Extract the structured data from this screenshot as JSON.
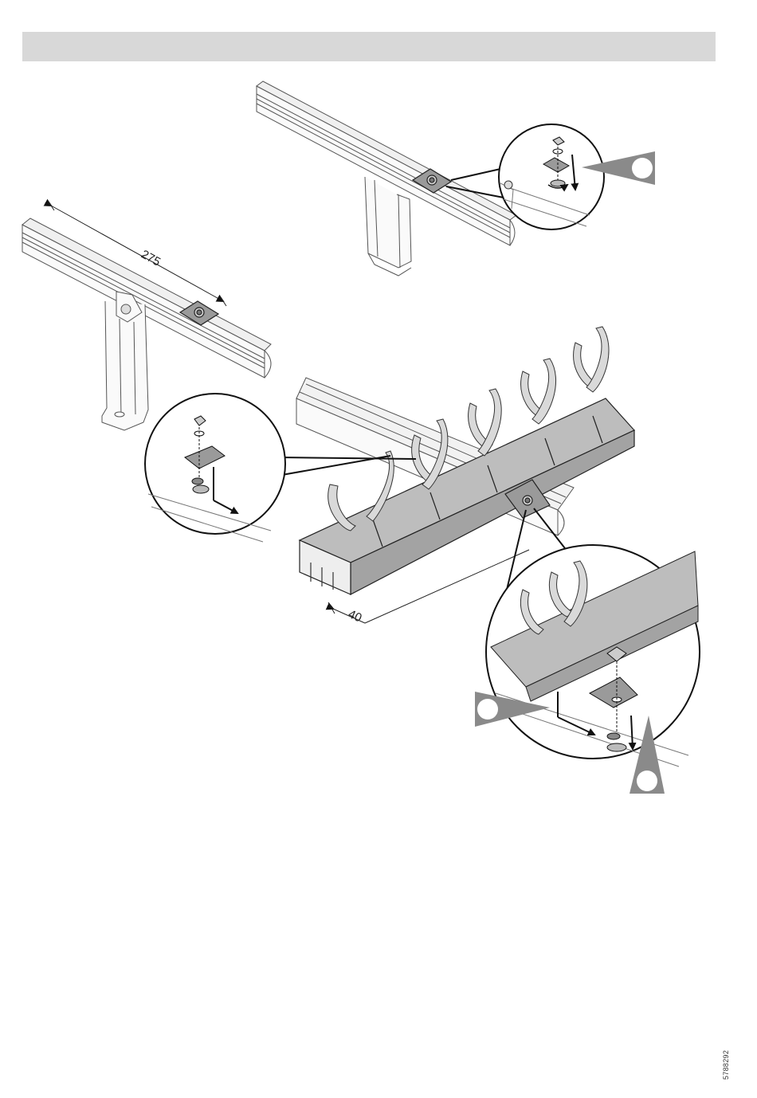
{
  "header": {
    "title": ""
  },
  "dimensions": {
    "rail_spacing": "275",
    "channel_offset": "40"
  },
  "document": {
    "number": "5788292"
  },
  "colors": {
    "header_bar": "#d8d8d8",
    "part_fill": "#bdbdbd",
    "callout_fill": "#8a8a8a",
    "line": "#222222"
  }
}
